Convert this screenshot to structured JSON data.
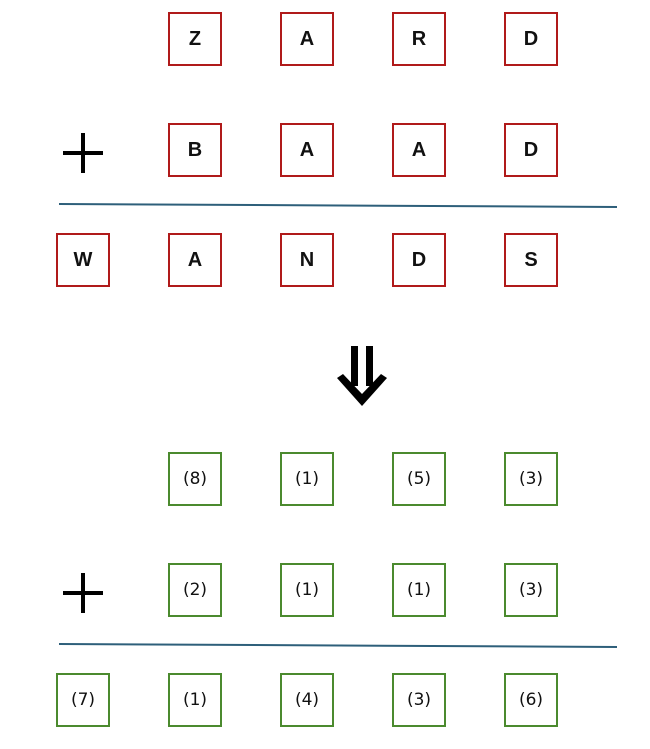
{
  "colors": {
    "letter_border": "#b01a1a",
    "digit_border": "#4b8a2e",
    "rule_line": "#2e5f7a",
    "text": "#111111"
  },
  "letters": {
    "addend1": [
      "Z",
      "A",
      "R",
      "D"
    ],
    "addend2": [
      "B",
      "A",
      "A",
      "D"
    ],
    "sum": [
      "W",
      "A",
      "N",
      "D",
      "S"
    ]
  },
  "digits": {
    "addend1": [
      "(8)",
      "(1)",
      "(5)",
      "(3)"
    ],
    "addend2": [
      "(2)",
      "(1)",
      "(1)",
      "(3)"
    ],
    "sum": [
      "(7)",
      "(1)",
      "(4)",
      "(3)",
      "(6)"
    ]
  },
  "icons": {
    "operator": "plus-icon",
    "transition": "double-down-arrow-icon"
  }
}
